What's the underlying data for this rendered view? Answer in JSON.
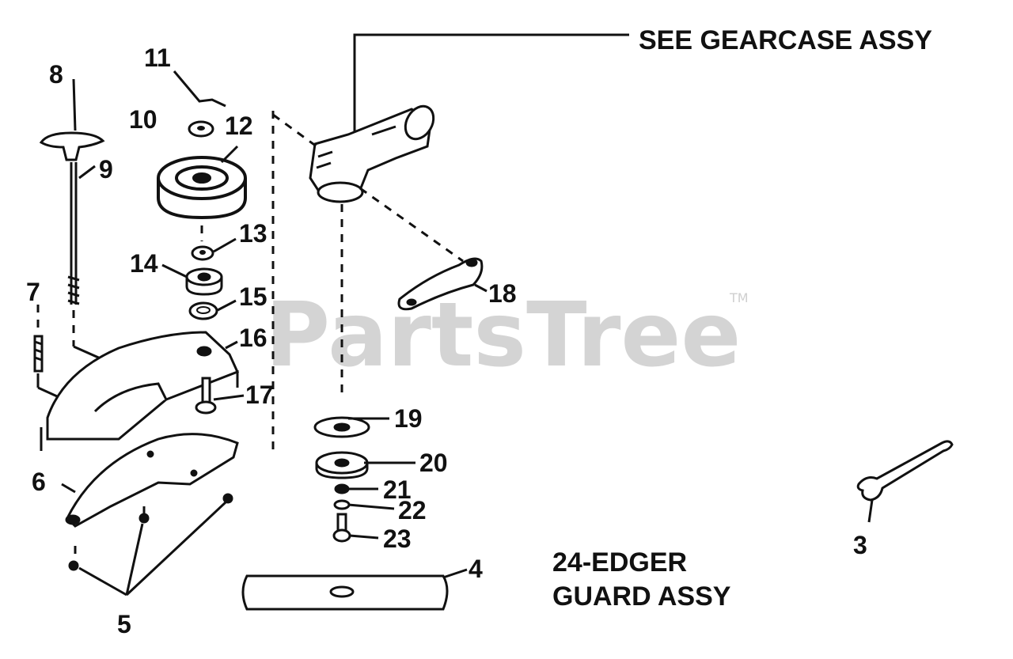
{
  "watermark": "PartsTree",
  "trademark": "TM",
  "notes": {
    "gearcase": "SEE GEARCASE ASSY",
    "guard_line1": "24-EDGER",
    "guard_line2": "GUARD ASSY"
  },
  "part_numbers": {
    "p3": "3",
    "p4": "4",
    "p5": "5",
    "p6": "6",
    "p7": "7",
    "p8": "8",
    "p9": "9",
    "p10": "10",
    "p11": "11",
    "p12": "12",
    "p13": "13",
    "p14": "14",
    "p15": "15",
    "p16": "16",
    "p17": "17",
    "p18": "18",
    "p19": "19",
    "p20": "20",
    "p21": "21",
    "p22": "22",
    "p23": "23"
  }
}
